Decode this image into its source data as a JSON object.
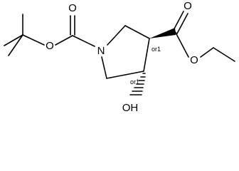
{
  "atoms": {
    "n1": "N",
    "o_carbonyl_boc": "O",
    "o_ester_boc": "O",
    "o_carbonyl_ester": "O",
    "o_ester_ethyl": "O",
    "oh": "OH"
  },
  "stereo": {
    "c3": "or1",
    "c4": "or1"
  }
}
